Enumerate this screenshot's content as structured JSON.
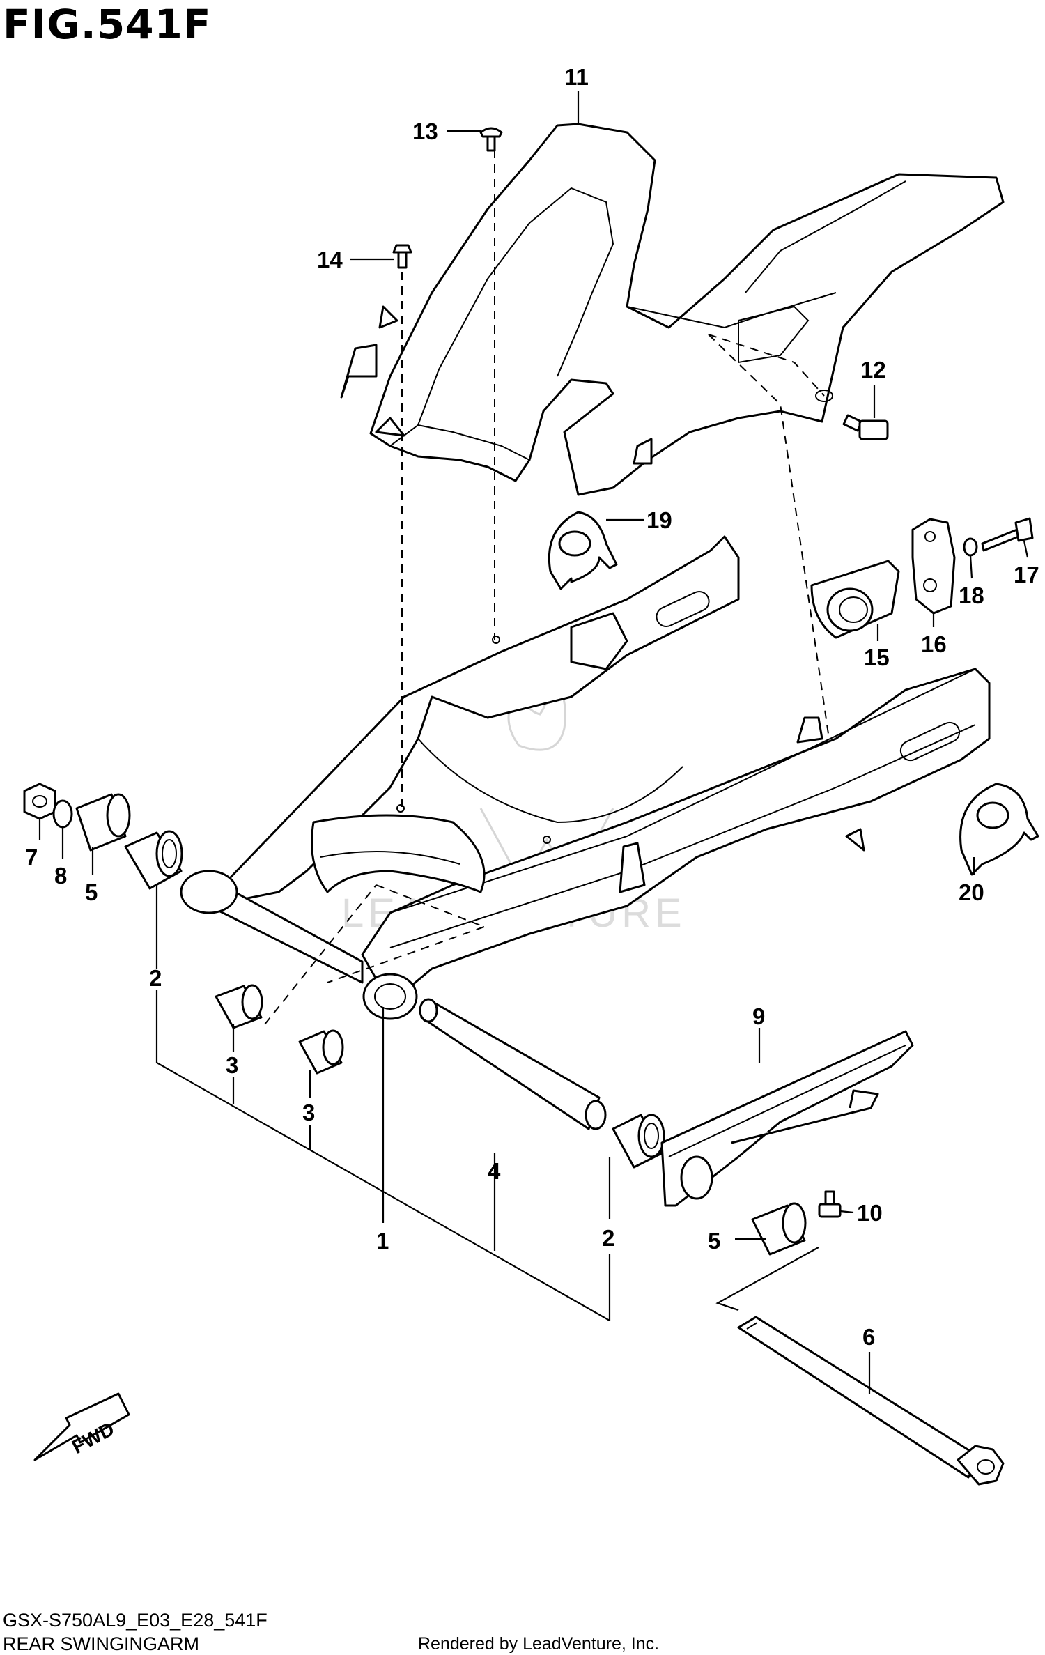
{
  "figure": {
    "title": "FIG.541F",
    "model_code": "GSX-S750AL9_E03_E28_541F",
    "name": "REAR SWINGINGARM",
    "rendered_by": "Rendered by LeadVenture, Inc.",
    "watermark": "LEADVENTURE",
    "direction_label": "FWD"
  },
  "callouts": [
    {
      "id": "c1",
      "label": "1"
    },
    {
      "id": "c2a",
      "label": "2"
    },
    {
      "id": "c2b",
      "label": "2"
    },
    {
      "id": "c3a",
      "label": "3"
    },
    {
      "id": "c3b",
      "label": "3"
    },
    {
      "id": "c4",
      "label": "4"
    },
    {
      "id": "c5a",
      "label": "5"
    },
    {
      "id": "c5b",
      "label": "5"
    },
    {
      "id": "c6",
      "label": "6"
    },
    {
      "id": "c7",
      "label": "7"
    },
    {
      "id": "c8",
      "label": "8"
    },
    {
      "id": "c9",
      "label": "9"
    },
    {
      "id": "c10",
      "label": "10"
    },
    {
      "id": "c11",
      "label": "11"
    },
    {
      "id": "c12",
      "label": "12"
    },
    {
      "id": "c13",
      "label": "13"
    },
    {
      "id": "c14",
      "label": "14"
    },
    {
      "id": "c15",
      "label": "15"
    },
    {
      "id": "c16",
      "label": "16"
    },
    {
      "id": "c17",
      "label": "17"
    },
    {
      "id": "c18",
      "label": "18"
    },
    {
      "id": "c19",
      "label": "19"
    },
    {
      "id": "c20",
      "label": "20"
    }
  ]
}
